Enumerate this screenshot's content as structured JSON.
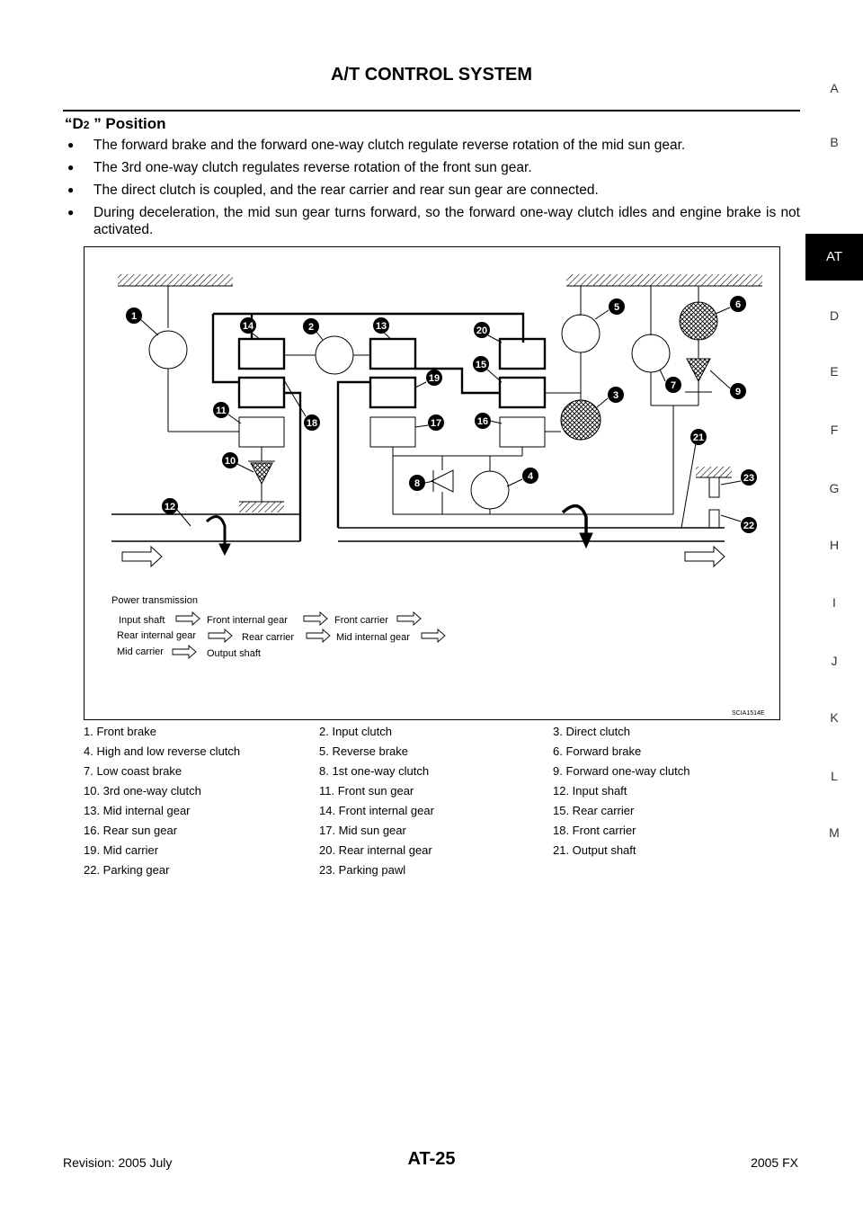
{
  "header": {
    "title": "A/T CONTROL SYSTEM"
  },
  "section": {
    "heading_prefix": "“D",
    "heading_sub": "2",
    "heading_suffix": " ” Position"
  },
  "bullets": [
    "The forward brake and the forward one-way clutch regulate reverse rotation of the mid sun gear.",
    "The 3rd one-way clutch regulates reverse rotation of the front sun gear.",
    "The direct clutch is coupled, and the rear carrier and rear sun gear are connected.",
    "During deceleration, the mid sun gear turns forward, so the forward one-way clutch idles and engine brake is not activated."
  ],
  "side_tabs": [
    "A",
    "B",
    "AT",
    "D",
    "E",
    "F",
    "G",
    "H",
    "I",
    "J",
    "K",
    "L",
    "M"
  ],
  "side_tab_active": "AT",
  "figure": {
    "code": "SCIA1514E",
    "power_transmission_title": "Power transmission",
    "flow_row1": [
      "Input shaft",
      "Front internal gear",
      "Front carrier"
    ],
    "flow_row2": [
      "Rear internal gear",
      "Rear carrier",
      "Mid internal gear"
    ],
    "flow_row3": [
      "Mid carrier",
      "Output shaft"
    ],
    "callouts": [
      "1",
      "2",
      "3",
      "4",
      "5",
      "6",
      "7",
      "8",
      "9",
      "10",
      "11",
      "12",
      "13",
      "14",
      "15",
      "16",
      "17",
      "18",
      "19",
      "20",
      "21",
      "22",
      "23"
    ]
  },
  "legend": [
    [
      "1. Front brake",
      "2. Input clutch",
      "3. Direct clutch"
    ],
    [
      "4. High and low reverse clutch",
      "5. Reverse brake",
      "6. Forward brake"
    ],
    [
      "7. Low coast brake",
      "8. 1st one-way clutch",
      "9. Forward one-way clutch"
    ],
    [
      "10. 3rd one-way clutch",
      "11. Front sun gear",
      "12. Input shaft"
    ],
    [
      "13. Mid internal gear",
      "14. Front internal gear",
      "15. Rear carrier"
    ],
    [
      "16. Rear sun gear",
      "17. Mid sun gear",
      "18. Front carrier"
    ],
    [
      "19. Mid carrier",
      "20. Rear internal gear",
      "21. Output shaft"
    ],
    [
      "22. Parking gear",
      "23. Parking pawl",
      ""
    ]
  ],
  "footer": {
    "revision": "Revision: 2005 July",
    "page": "AT-25",
    "model": "2005 FX"
  }
}
